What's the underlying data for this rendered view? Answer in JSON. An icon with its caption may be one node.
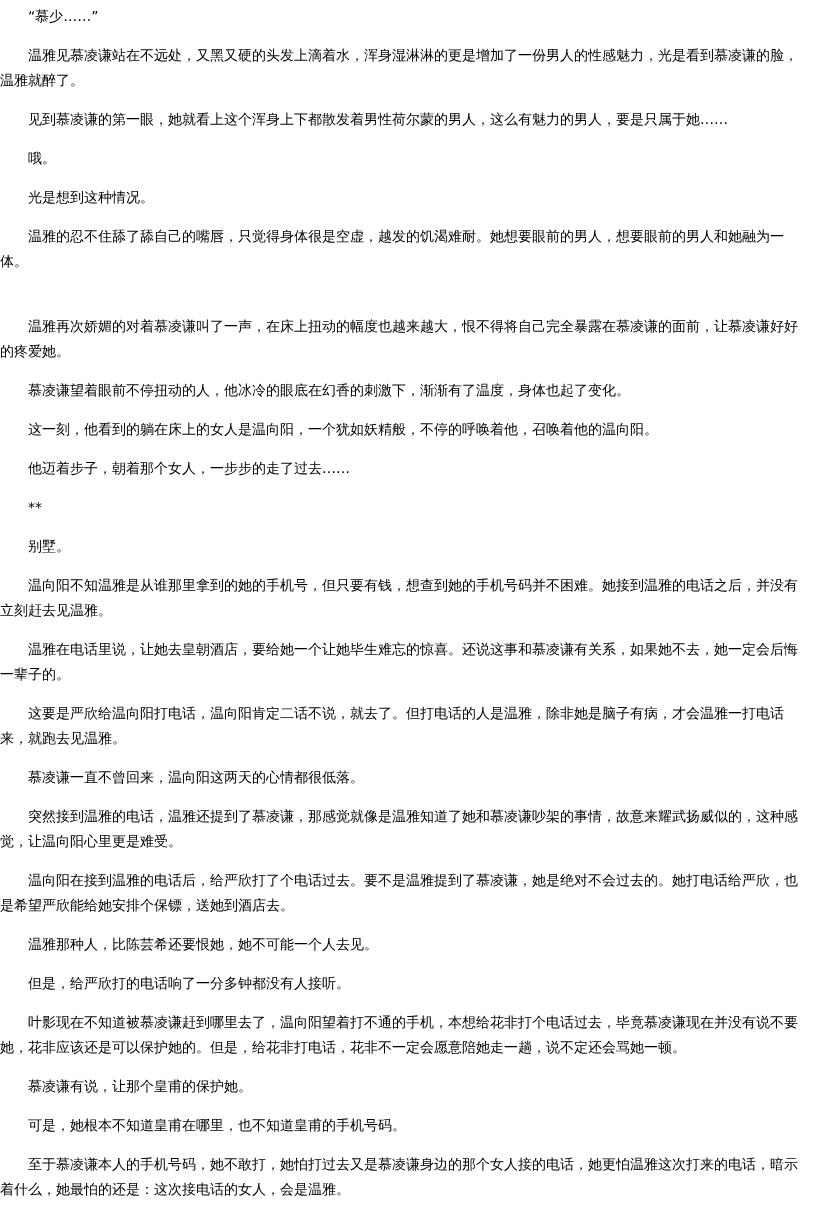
{
  "diagram": {
    "labels": [
      "“慕少……”",
      "温雅见慕凌谦站在不远处，又黑又硬的头发上滴着水，浑身湿淋淋的更是增加了一份男人的性感魅力，光是看到慕凌谦的脸，温雅就醉了。",
      "见到慕凌谦的第一眼，她就看上这个浑身上下都散发着男性荷尔蒙的男人，这么有魅力的男人，要是只属于她……",
      "哦。",
      "光是想到这种情况。",
      "温雅的忍不住舔了舔自己的嘴唇，只觉得身体很是空虚，越发的饥渴难耐。她想要眼前的男人，想要眼前的男人和她融为一体。",
      "温雅再次娇媚的对着慕凌谦叫了一声，在床上扭动的幅度也越来越大，恨不得将自己完全暴露在慕凌谦的面前，让慕凌谦好好的疼爱她。",
      "慕凌谦望着眼前不停扭动的人，他冰冷的眼底在幻香的刺激下，渐渐有了温度，身体也起了变化。",
      "这一刻，他看到的躺在床上的女人是温向阳，一个犹如妖精般，不停的呼唤着他，召唤着他的温向阳。",
      "他迈着步子，朝着那个女人，一步步的走了过去……",
      "**",
      "别墅。",
      "温向阳不知温雅是从谁那里拿到的她的手机号，但只要有钱，想查到她的手机号码并不困难。她接到温雅的电话之后，并没有立刻赶去见温雅。",
      "温雅在电话里说，让她去皇朝酒店，要给她一个让她毕生难忘的惊喜。还说这事和慕凌谦有关系，如果她不去，她一定会后悔一辈子的。",
      "这要是严欣给温向阳打电话，温向阳肯定二话不说，就去了。但打电话的人是温雅，除非她是脑子有病，才会温雅一打电话来，就跑去见温雅。",
      "慕凌谦一直不曾回来，温向阳这两天的心情都很低落。",
      "突然接到温雅的电话，温雅还提到了慕凌谦，那感觉就像是温雅知道了她和慕凌谦吵架的事情，故意来耀武扬威似的，这种感觉，让温向阳心里更是难受。",
      "温向阳在接到温雅的电话后，给严欣打了个电话过去。要不是温雅提到了慕凌谦，她是绝对不会过去的。她打电话给严欣，也是希望严欣能给她安排个保镖，送她到酒店去。",
      "温雅那种人，比陈芸希还要恨她，她不可能一个人去见。",
      "但是，给严欣打的电话响了一分多钟都没有人接听。",
      "叶影现在不知道被慕凌谦赶到哪里去了，温向阳望着打不通的手机，本想给花非打个电话过去，毕竟慕凌谦现在并没有说不要她，花非应该还是可以保护她的。但是，给花非打电话，花非不一定会愿意陪她走一趟，说不定还会骂她一顿。",
      "慕凌谦有说，让那个皇甫的保护她。",
      "可是，她根本不知道皇甫在哪里，也不知道皇甫的手机号码。",
      "至于慕凌谦本人的手机号码，她不敢打，她怕打过去又是慕凌谦身边的那个女人接的电话，她更怕温雅这次打来的电话，暗示着什么，她最怕的还是：这次接电话的女人，会是温雅。"
    ]
  }
}
